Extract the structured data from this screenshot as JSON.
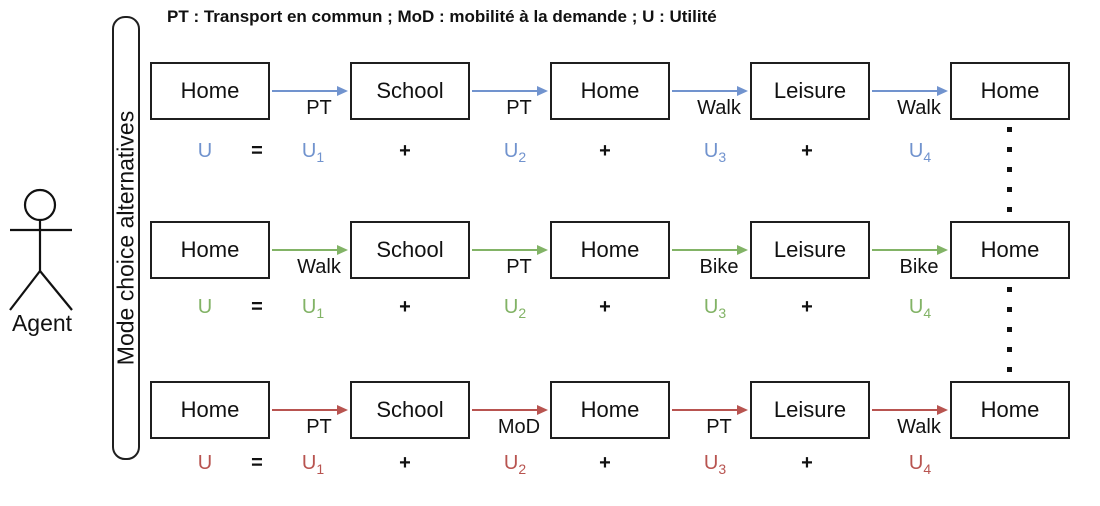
{
  "legend": "PT : Transport en commun ; MoD : mobilité à la demande ; U : Utilité",
  "agent": {
    "label": "Agent"
  },
  "bracket": {
    "label": "Mode choice alternatives"
  },
  "activities": [
    "Home",
    "School",
    "Home",
    "Leisure",
    "Home"
  ],
  "alternatives": [
    {
      "name": "alternative-1",
      "color": "#7193ce",
      "modes": [
        "PT",
        "PT",
        "Walk",
        "Walk"
      ]
    },
    {
      "name": "alternative-2",
      "color": "#82b366",
      "modes": [
        "Walk",
        "PT",
        "Bike",
        "Bike"
      ]
    },
    {
      "name": "alternative-3",
      "color": "#b85450",
      "modes": [
        "PT",
        "MoD",
        "PT",
        "Walk"
      ]
    }
  ],
  "equation": {
    "lhs": "U",
    "equals": "=",
    "plus": "+",
    "terms": [
      {
        "base": "U",
        "sub": "1"
      },
      {
        "base": "U",
        "sub": "2"
      },
      {
        "base": "U",
        "sub": "3"
      },
      {
        "base": "U",
        "sub": "4"
      }
    ]
  },
  "colors": {
    "blue": "#7193ce",
    "green": "#82b366",
    "red": "#b85450",
    "ink": "#111111",
    "box_border": "#1f1f1f",
    "background": "#ffffff"
  }
}
